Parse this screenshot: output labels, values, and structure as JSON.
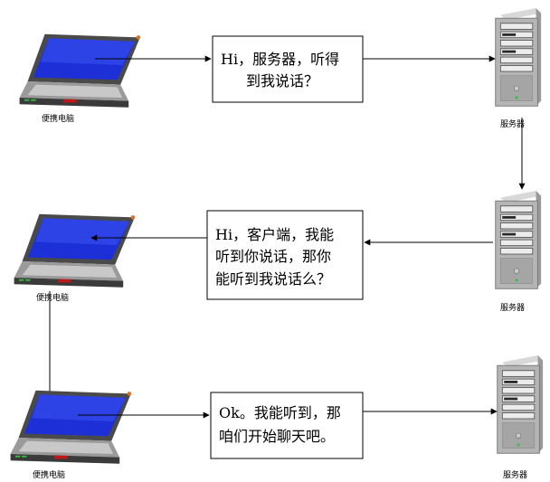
{
  "diagram": {
    "steps": [
      {
        "laptop_label": "便携电脑",
        "server_label": "服务器",
        "message_lines": [
          "Hi，服务器，听得",
          "到我说话？"
        ]
      },
      {
        "laptop_label": "便携电脑",
        "server_label": "服务器",
        "message_lines": [
          "Hi，客户端，我能",
          "听到你说话，那你",
          "能听到我说话么？"
        ]
      },
      {
        "laptop_label": "便携电脑",
        "server_label": "服务器",
        "message_lines": [
          "Ok。我能听到，那",
          "咱们开始聊天吧。"
        ]
      }
    ]
  }
}
